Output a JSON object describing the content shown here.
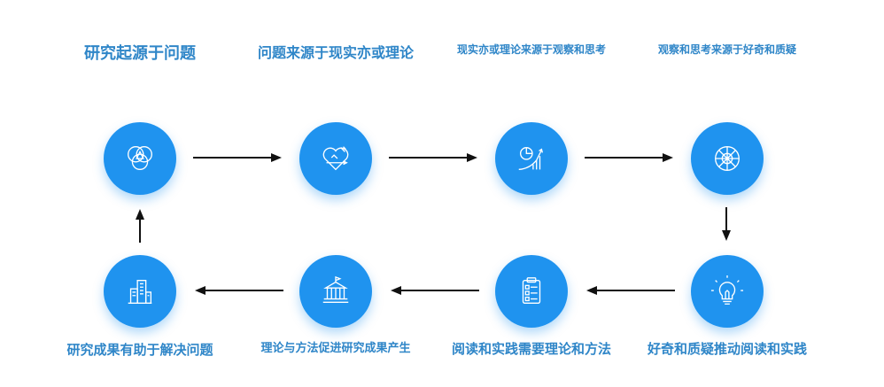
{
  "top_labels": [
    "研究起源于问题",
    "问题来源于现实亦或理论",
    "现实亦或理论来源于观察和思考",
    "观察和思考来源于好奇和质疑"
  ],
  "bottom_labels": [
    "研究成果有助于解决问题",
    "理论与方法促进研究成果产生",
    "阅读和实践需要理论和方法",
    "好奇和质疑推动阅读和实践"
  ],
  "top_icons": [
    "venn-diagram-icon",
    "heart-pencil-icon",
    "chart-growth-icon",
    "globe-network-icon"
  ],
  "bottom_icons": [
    "city-buildings-icon",
    "institution-building-icon",
    "clipboard-checklist-icon",
    "lightbulb-icon"
  ],
  "colors": {
    "node": "#1f93ef",
    "label": "#2f86c8",
    "arrow": "#111111"
  }
}
